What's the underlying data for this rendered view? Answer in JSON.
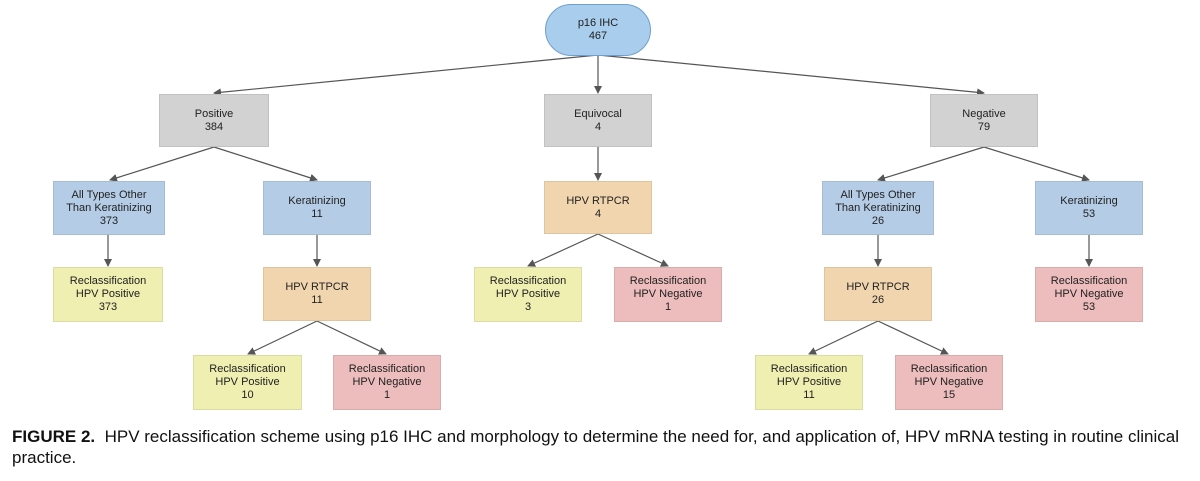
{
  "nodes": {
    "root": {
      "label": "p16 IHC",
      "count": "467",
      "color": "#a9cdec"
    },
    "positive": {
      "label": "Positive",
      "count": "384"
    },
    "equivocal": {
      "label": "Equivocal",
      "count": "4"
    },
    "negative": {
      "label": "Negative",
      "count": "79"
    },
    "pos_other": {
      "line1": "All Types Other",
      "line2": "Than Keratinizing",
      "count": "373"
    },
    "pos_kerat": {
      "label": "Keratinizing",
      "count": "11"
    },
    "pos_reclass_pos": {
      "line1": "Reclassification",
      "line2": "HPV Positive",
      "count": "373"
    },
    "pos_rtpcr": {
      "label": "HPV RTPCR",
      "count": "11"
    },
    "pos_rt_pos": {
      "line1": "Reclassification",
      "line2": "HPV Positive",
      "count": "10"
    },
    "pos_rt_neg": {
      "line1": "Reclassification",
      "line2": "HPV Negative",
      "count": "1"
    },
    "eq_rtpcr": {
      "label": "HPV RTPCR",
      "count": "4"
    },
    "eq_pos": {
      "line1": "Reclassification",
      "line2": "HPV Positive",
      "count": "3"
    },
    "eq_neg": {
      "line1": "Reclassification",
      "line2": "HPV Negative",
      "count": "1"
    },
    "neg_other": {
      "line1": "All Types Other",
      "line2": "Than Keratinizing",
      "count": "26"
    },
    "neg_kerat": {
      "label": "Keratinizing",
      "count": "53"
    },
    "neg_rtpcr": {
      "label": "HPV RTPCR",
      "count": "26"
    },
    "neg_rt_pos": {
      "line1": "Reclassification",
      "line2": "HPV Positive",
      "count": "11"
    },
    "neg_rt_neg": {
      "line1": "Reclassification",
      "line2": "HPV Negative",
      "count": "15"
    },
    "neg_kerat_neg": {
      "line1": "Reclassification",
      "line2": "HPV Negative",
      "count": "53"
    }
  },
  "colors": {
    "category": "#d2d2d2",
    "morphology": "#b4cce6",
    "rtpcr": "#f1d5ae",
    "hpv_positive": "#eeefb0",
    "hpv_negative": "#edbcbc",
    "arrow": "#555555"
  },
  "caption": {
    "figure_label": "FIGURE 2.",
    "text": "HPV reclassification scheme using p16 IHC and morphology to determine the need for, and application of, HPV mRNA testing in routine clinical practice."
  }
}
